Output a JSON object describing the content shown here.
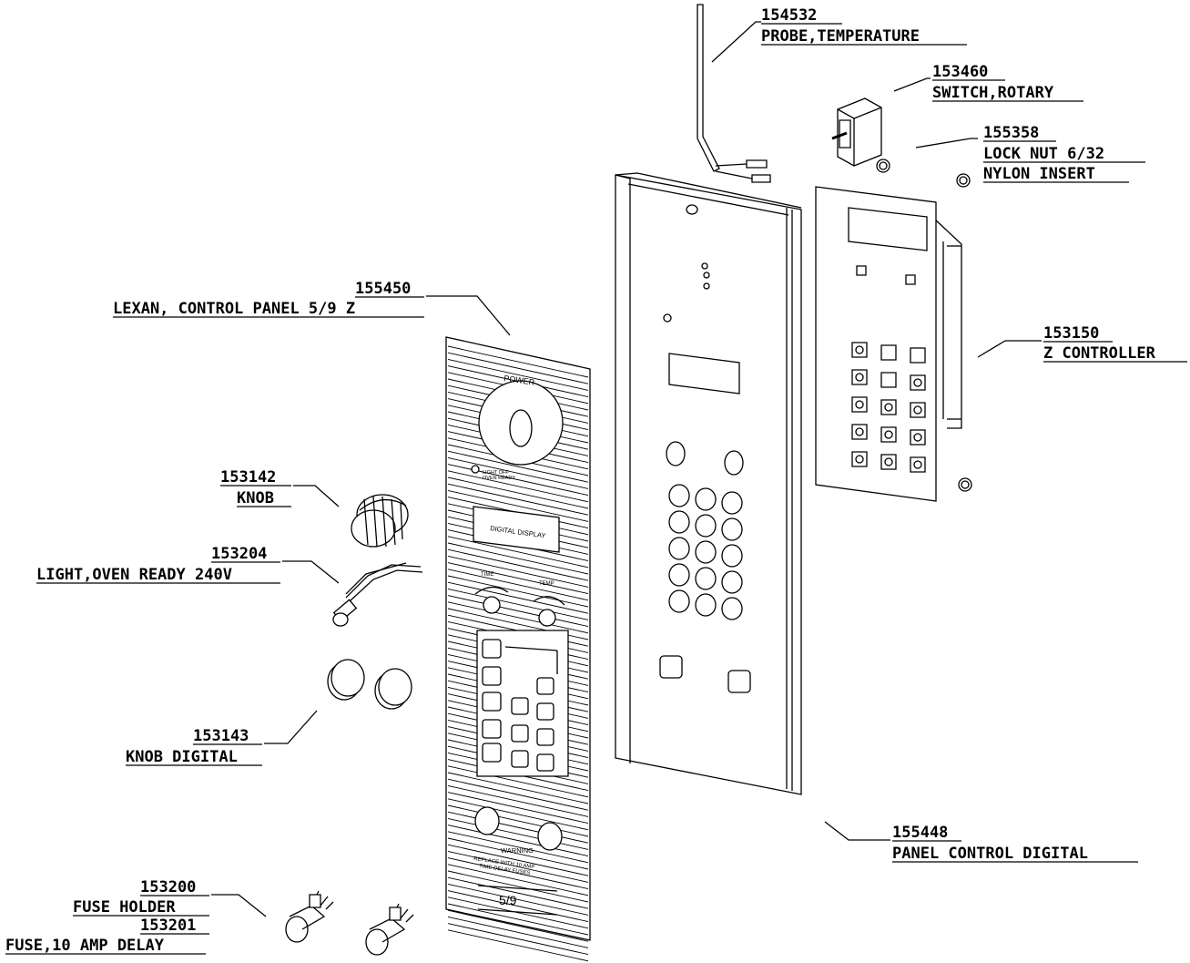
{
  "callouts": {
    "probe": {
      "part": "154532",
      "desc": "PROBE,TEMPERATURE"
    },
    "switch": {
      "part": "153460",
      "desc": "SWITCH,ROTARY"
    },
    "locknut": {
      "part": "155358",
      "desc1": "LOCK NUT 6/32",
      "desc2": "NYLON INSERT"
    },
    "lexan": {
      "part": "155450",
      "desc": "LEXAN, CONTROL PANEL 5/9 Z"
    },
    "controller": {
      "part": "153150",
      "desc": "Z CONTROLLER"
    },
    "knob": {
      "part": "153142",
      "desc": "KNOB"
    },
    "light": {
      "part": "153204",
      "desc": "LIGHT,OVEN READY 240V"
    },
    "knobdigital": {
      "part": "153143",
      "desc": "KNOB DIGITAL"
    },
    "panel": {
      "part": "155448",
      "desc": "PANEL CONTROL DIGITAL"
    },
    "fuseholder": {
      "part": "153200",
      "desc": "FUSE HOLDER"
    },
    "fuse": {
      "part": "153201",
      "desc": "FUSE,10 AMP DELAY"
    }
  },
  "lexan_panel": {
    "power": "POWER",
    "display": "DIGITAL DISPLAY",
    "time": "TIME",
    "temp": "TEMP",
    "light_label1": "LIGHT OFF",
    "light_label2": "OVEN READY",
    "warning": "WARNING",
    "warning2": "REPLACE WITH 10 AMP",
    "warning3": "TIME DELAY FUSES",
    "model": "5/9"
  }
}
